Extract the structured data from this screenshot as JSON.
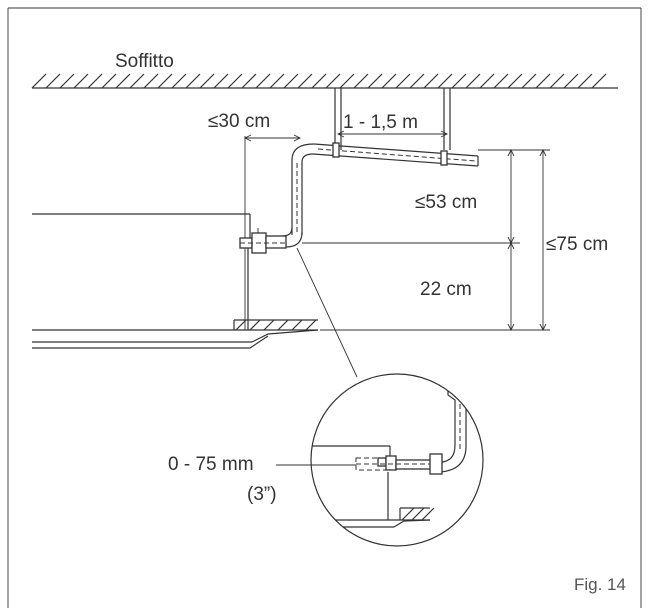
{
  "labels": {
    "ceiling": "Soffitto",
    "max_side_distance": "≤30 cm",
    "slope_length": "1 - 1,5 m",
    "max_rise": "≤53 cm",
    "max_total_height": "≤75 cm",
    "unit_height": "22 cm",
    "detail_offset": "0 - 75 mm",
    "detail_offset_inch": "(3”)",
    "figure_number": "Fig. 14"
  },
  "colors": {
    "line": "#333333",
    "background": "#ffffff"
  }
}
